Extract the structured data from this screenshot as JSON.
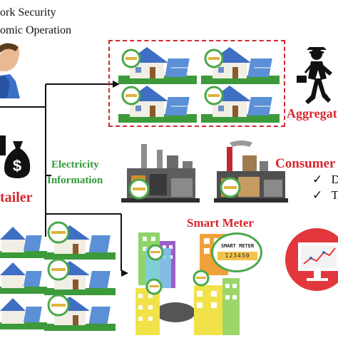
{
  "top_text": {
    "line1": "ork Security",
    "line2": "omic Operation"
  },
  "labels": {
    "aggregator": "Aggregat",
    "electricity_line1": "Electricity",
    "electricity_line2": "Information",
    "retailer": "tailer",
    "consumer": "Consumer",
    "consumer_item1": "D",
    "consumer_item2": "T",
    "smart_meter": "Smart Meter",
    "meter_display_title": "SMART METER",
    "meter_display_digits": "123450"
  },
  "icons": {
    "check": "✓",
    "money": "$"
  },
  "colors": {
    "red": "#d7262f",
    "green": "#2e9a3b",
    "roof_blue": "#3f6fc4",
    "panel_blue": "#5b8fd6",
    "grass": "#3c9a3a",
    "monitor_red": "#e2373c",
    "gauge_green": "#4aa84a"
  }
}
